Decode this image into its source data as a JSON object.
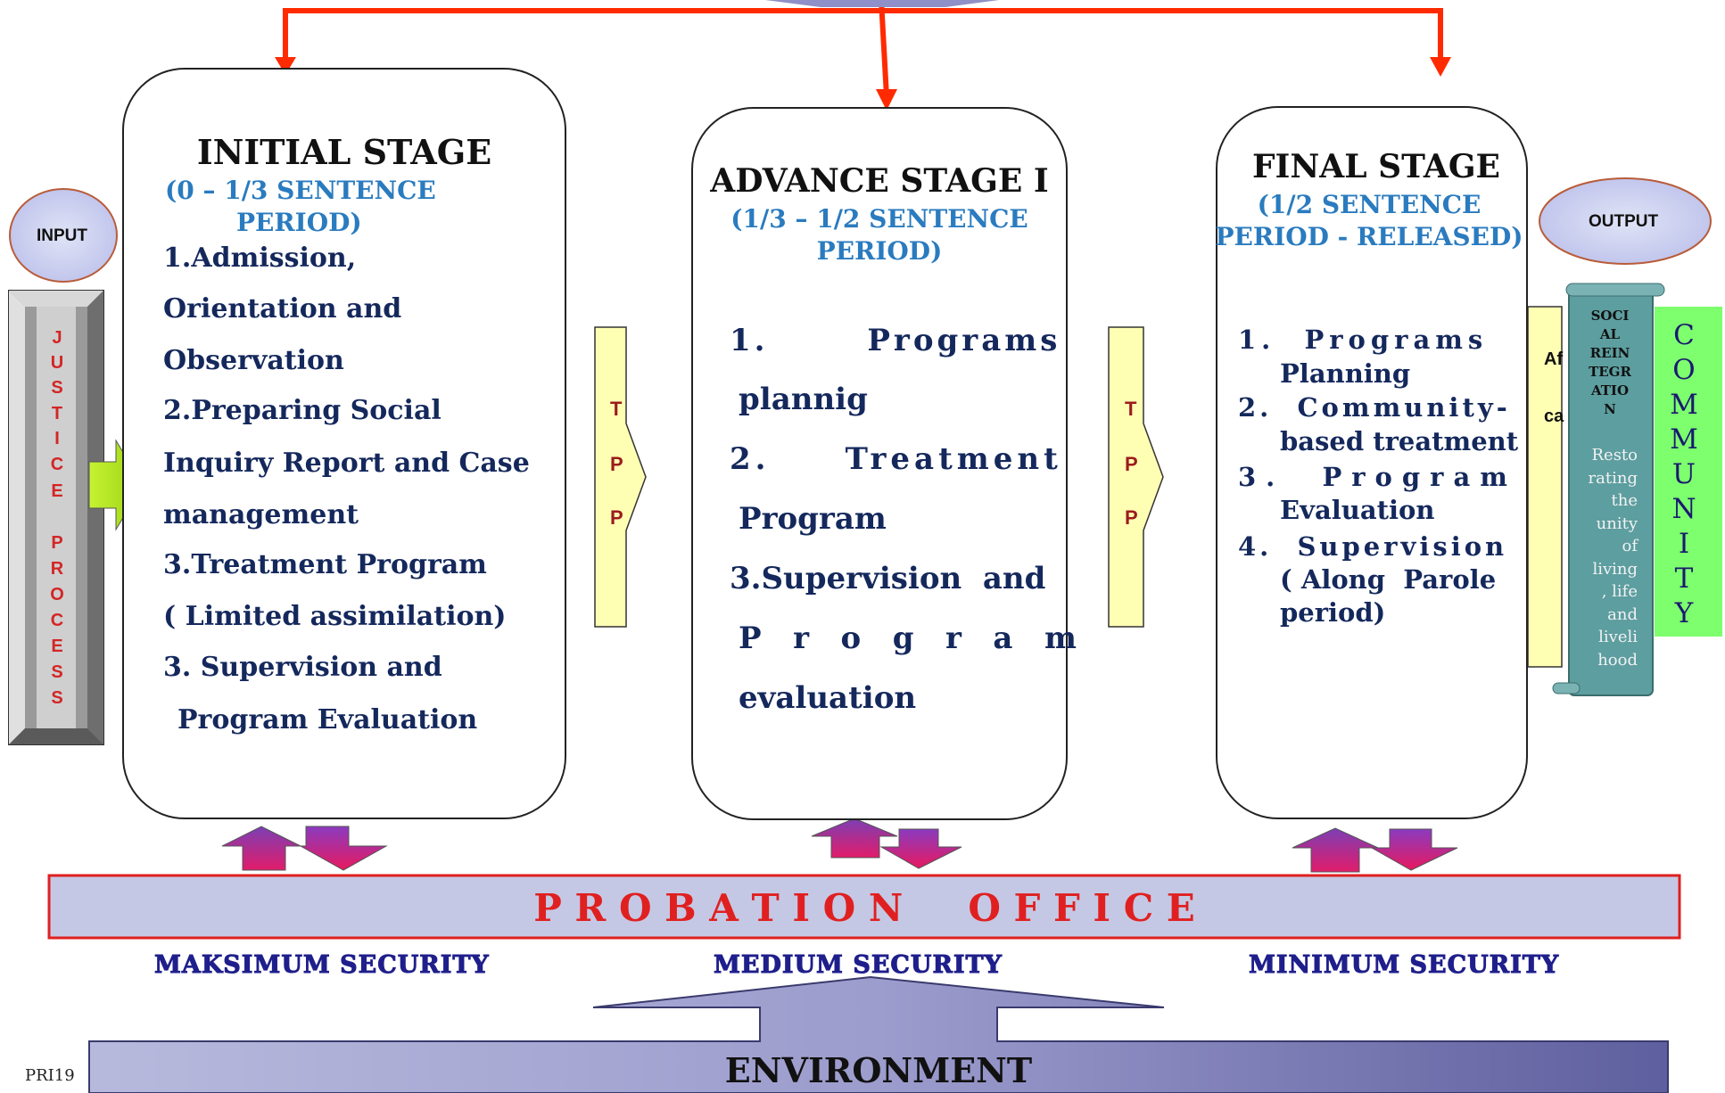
{
  "stages": [
    {
      "title": "INITIAL STAGE",
      "period": [
        "(0 – 1/3  SENTENCE",
        "PERIOD)"
      ],
      "items": [
        "1.Admission,",
        "Orientation and",
        "Observation",
        "2.Preparing Social",
        "Inquiry Report and Case",
        "management",
        "3.Treatment Program",
        "( Limited assimilation)",
        "3. Supervision and",
        "Program Evaluation"
      ]
    },
    {
      "title": "ADVANCE STAGE I",
      "period": [
        "(1/3 – 1/2  SENTENCE",
        "PERIOD)"
      ],
      "items": [
        "1.       Programs",
        "plannig",
        "2.     Treatment",
        "Program",
        "3.Supervision  and",
        "P   r   o   g   r   a   m",
        "evaluation"
      ]
    },
    {
      "title": "FINAL STAGE",
      "period": [
        "(1/2  SENTENCE",
        "PERIOD - RELEASED)"
      ],
      "items": [
        "1.  Programs",
        "Planning",
        "2.  Community-",
        "based treatment",
        "3.  Program",
        "Evaluation",
        "4.  Supervision",
        "( Along  Parole",
        "period)"
      ]
    }
  ],
  "input_label": "INPUT",
  "output_label": "OUTPUT",
  "justice_letters": [
    "J",
    "U",
    "S",
    "T",
    "I",
    "C",
    "E",
    "",
    "P",
    "R",
    "O",
    "C",
    "E",
    "S",
    "S"
  ],
  "tpp_letters": [
    "T",
    "P",
    "P"
  ],
  "partial_box_text": [
    "Af",
    "ca"
  ],
  "scroll": {
    "title": [
      "SOCI",
      "AL",
      "REIN",
      "TEGR",
      "ATIO",
      "N"
    ],
    "body": [
      "Resto",
      "rating",
      "the",
      "unity",
      "of",
      "living",
      ", life",
      "and",
      "liveli",
      "hood"
    ]
  },
  "community_letters": [
    "C",
    "O",
    "M",
    "M",
    "U",
    "N",
    "I",
    "T",
    "Y"
  ],
  "probation_office": "P R O B A T I O N     O F F I C E",
  "security_labels": [
    "MAKSIMUM SECURITY",
    "MEDIUM SECURITY",
    "MINIMUM SECURITY"
  ],
  "environment": "ENVIRONMENT",
  "footer_code": "PRI19",
  "colors": {
    "red_line": "#ff2a00",
    "period_blue": "#2a7bbf",
    "item_navy": "#14285c",
    "probation_red": "#e02020",
    "probation_fill": "#c5c8e4",
    "community_green": "#7dff6e"
  }
}
